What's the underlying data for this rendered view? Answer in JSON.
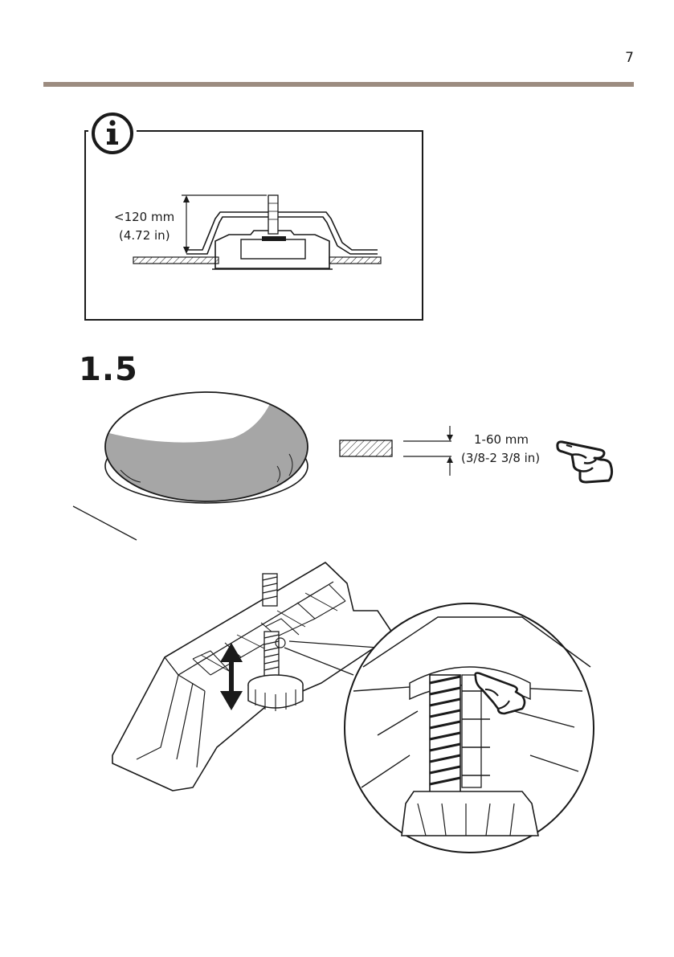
{
  "page": {
    "number": "7"
  },
  "info_note": {
    "clearance_mm": "<120 mm",
    "clearance_in": "(4.72 in)"
  },
  "step": {
    "number": "1.5",
    "thickness_mm": "1-60 mm",
    "thickness_in": "(3/8-2 3/8 in)"
  },
  "icons": [
    "info-icon",
    "pointing-hand-icon"
  ],
  "colors": {
    "accent_rule": "#9c8c80",
    "line": "#1a1a1a",
    "shade": "#a6a6a6"
  }
}
